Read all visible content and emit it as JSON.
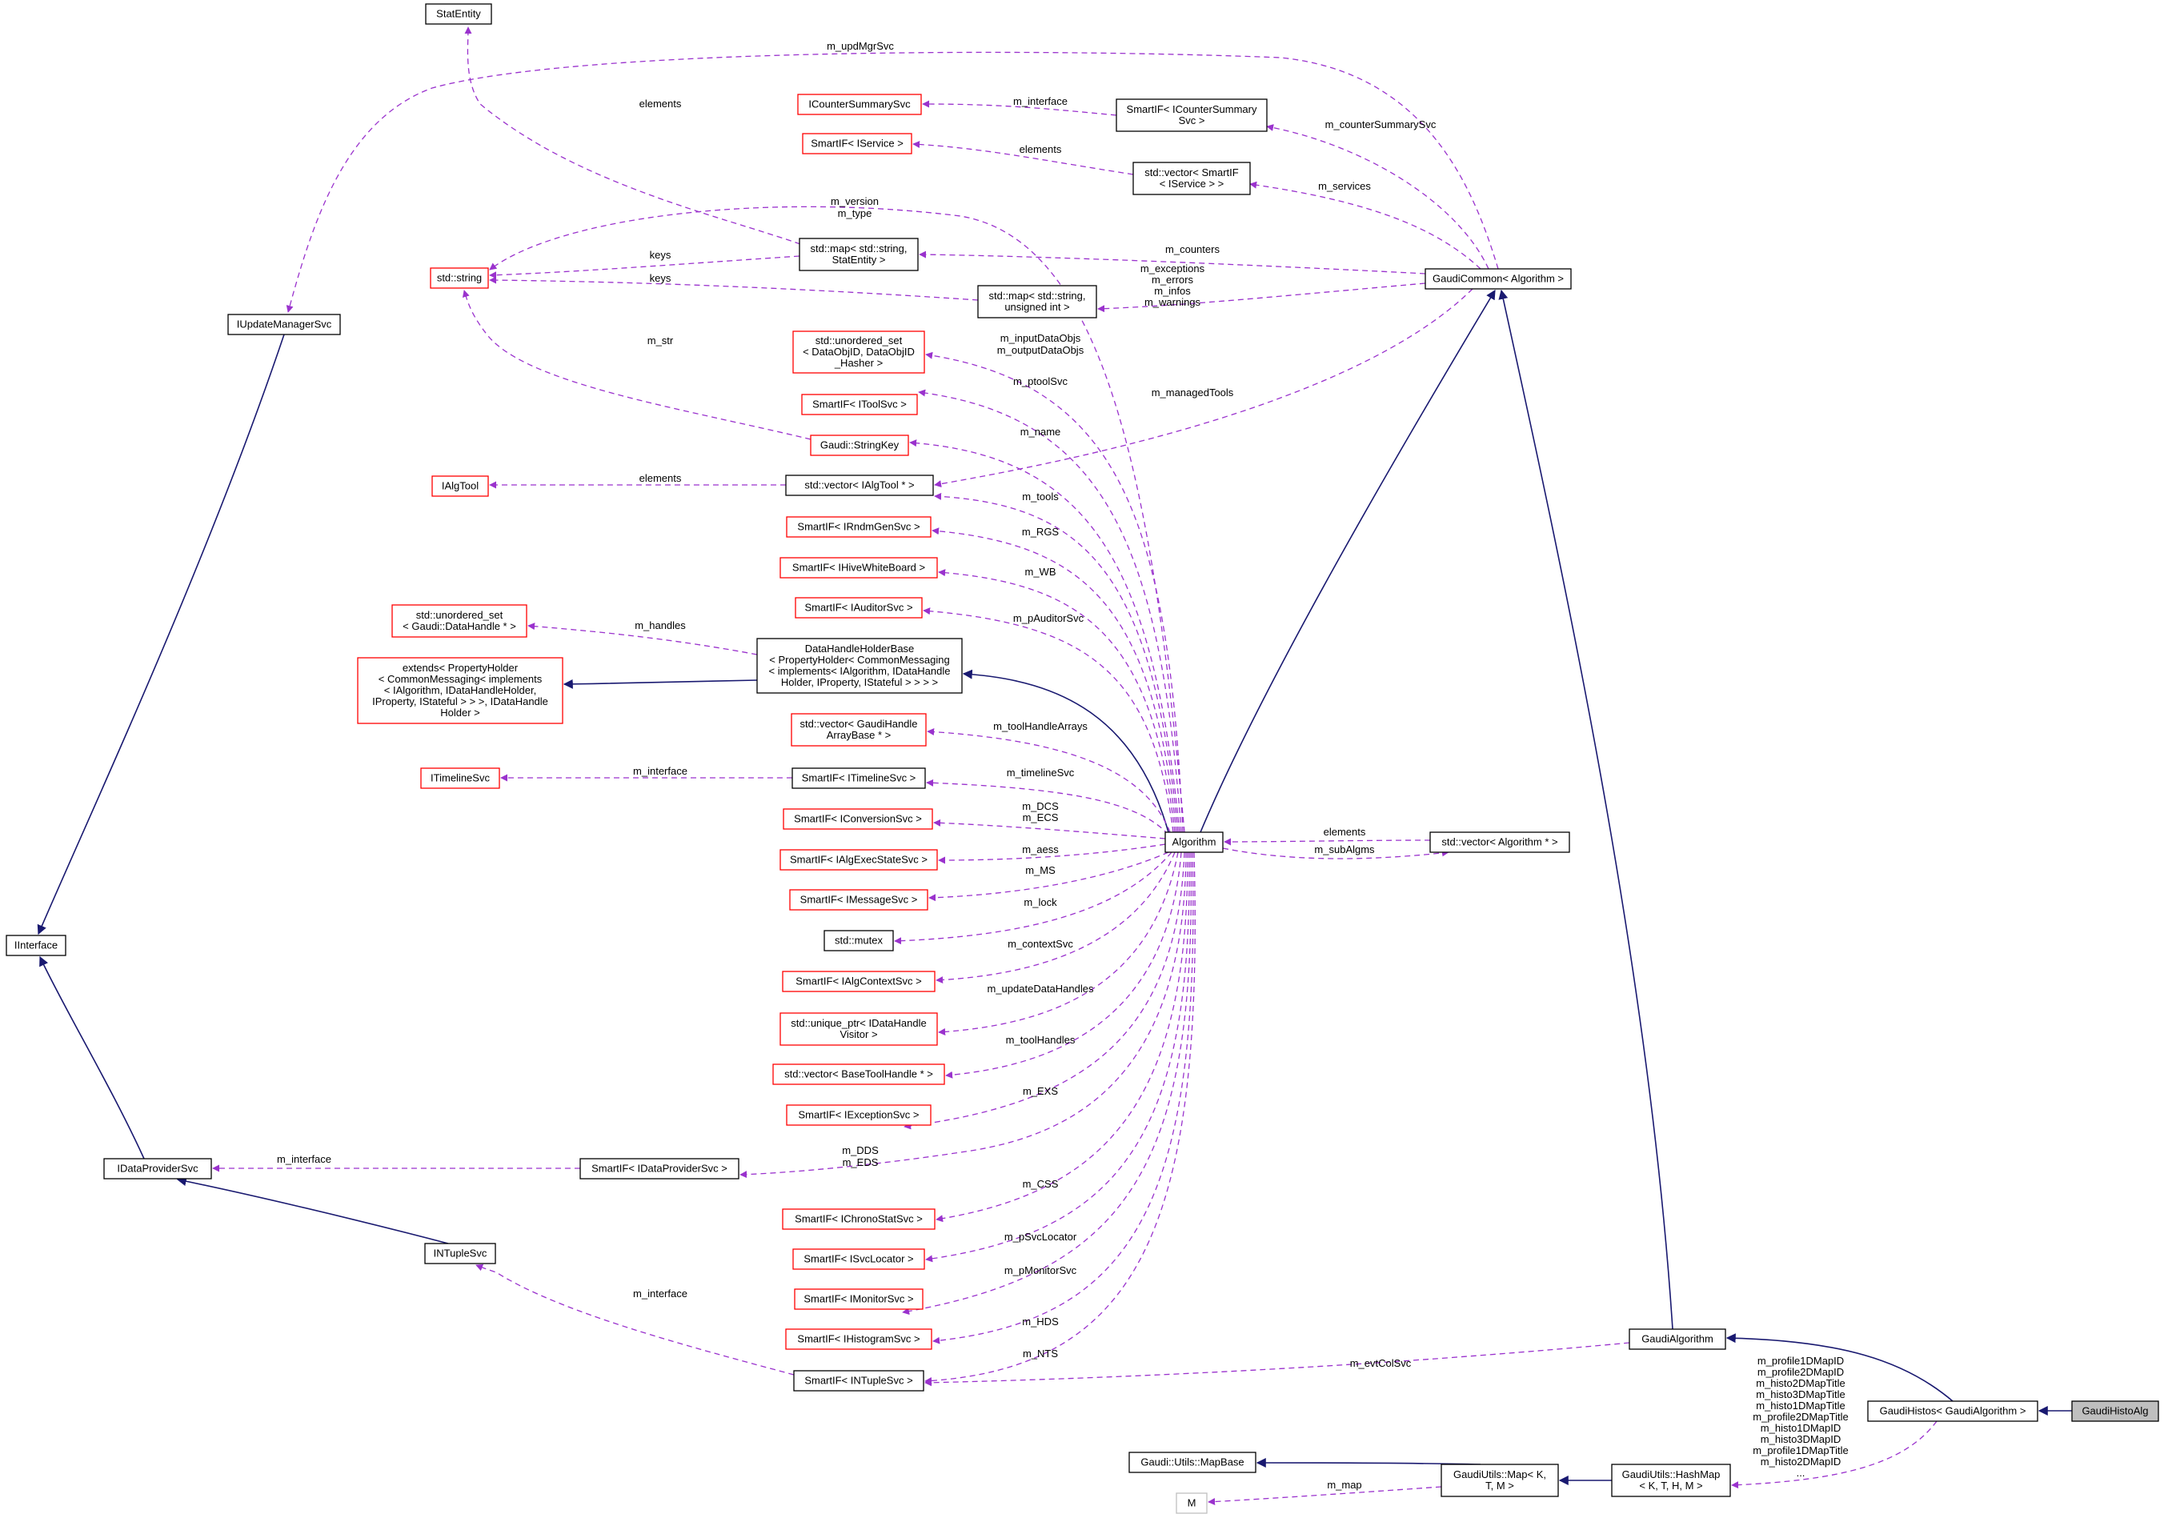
{
  "colors": {
    "background": "#ffffff",
    "node_border_default": "#000000",
    "node_border_external": "#ff0000",
    "node_border_plain": "#bfbfbf",
    "focus_fill": "#bfbfbf",
    "inheritance_edge": "#191970",
    "usage_edge": "#9a32cd"
  },
  "nodes": [
    {
      "id": "StatEntity",
      "lines": [
        "StatEntity"
      ],
      "style": "default"
    },
    {
      "id": "ICounterSummarySvc",
      "lines": [
        "ICounterSummarySvc"
      ],
      "style": "external"
    },
    {
      "id": "SmartIF_ICounterSummarySvc",
      "lines": [
        "SmartIF< ICounterSummary",
        "Svc >"
      ],
      "style": "default"
    },
    {
      "id": "SmartIF_IService",
      "lines": [
        "SmartIF< IService >"
      ],
      "style": "external"
    },
    {
      "id": "vector_SmartIF_IService",
      "lines": [
        "std::vector< SmartIF",
        "< IService > >"
      ],
      "style": "default"
    },
    {
      "id": "std_string",
      "lines": [
        "std::string"
      ],
      "style": "external"
    },
    {
      "id": "map_string_StatEntity",
      "lines": [
        "std::map< std::string,",
        "StatEntity >"
      ],
      "style": "default"
    },
    {
      "id": "map_string_unsigned",
      "lines": [
        "std::map< std::string,",
        "unsigned int >"
      ],
      "style": "default"
    },
    {
      "id": "GaudiCommon_Algorithm",
      "lines": [
        "GaudiCommon< Algorithm >"
      ],
      "style": "default"
    },
    {
      "id": "IUpdateManagerSvc",
      "lines": [
        "IUpdateManagerSvc"
      ],
      "style": "default"
    },
    {
      "id": "unordered_set_DataObjID",
      "lines": [
        "std::unordered_set",
        "< DataObjID, DataObjID",
        "_Hasher >"
      ],
      "style": "external"
    },
    {
      "id": "SmartIF_IToolSvc",
      "lines": [
        "SmartIF< IToolSvc >"
      ],
      "style": "external"
    },
    {
      "id": "Gaudi_StringKey",
      "lines": [
        "Gaudi::StringKey"
      ],
      "style": "external"
    },
    {
      "id": "IAlgTool",
      "lines": [
        "IAlgTool"
      ],
      "style": "external"
    },
    {
      "id": "vector_IAlgTool",
      "lines": [
        "std::vector< IAlgTool * >"
      ],
      "style": "default"
    },
    {
      "id": "SmartIF_IRndmGenSvc",
      "lines": [
        "SmartIF< IRndmGenSvc >"
      ],
      "style": "external"
    },
    {
      "id": "SmartIF_IHiveWhiteBoard",
      "lines": [
        "SmartIF< IHiveWhiteBoard >"
      ],
      "style": "external"
    },
    {
      "id": "SmartIF_IAuditorSvc",
      "lines": [
        "SmartIF< IAuditorSvc >"
      ],
      "style": "external"
    },
    {
      "id": "unordered_set_DataHandle",
      "lines": [
        "std::unordered_set",
        "< Gaudi::DataHandle * >"
      ],
      "style": "external"
    },
    {
      "id": "DataHandleHolderBase",
      "lines": [
        "DataHandleHolderBase",
        "< PropertyHolder< CommonMessaging",
        "< implements< IAlgorithm, IDataHandle",
        "Holder, IProperty, IStateful > > > >"
      ],
      "style": "default"
    },
    {
      "id": "extends_PropertyHolder",
      "lines": [
        "extends< PropertyHolder",
        "< CommonMessaging< implements",
        "< IAlgorithm, IDataHandleHolder,",
        "IProperty, IStateful > > >, IDataHandle",
        "Holder >"
      ],
      "style": "external"
    },
    {
      "id": "vector_GaudiHandleArrayBase",
      "lines": [
        "std::vector< GaudiHandle",
        "ArrayBase * >"
      ],
      "style": "external"
    },
    {
      "id": "ITimelineSvc",
      "lines": [
        "ITimelineSvc"
      ],
      "style": "external"
    },
    {
      "id": "SmartIF_ITimelineSvc",
      "lines": [
        "SmartIF< ITimelineSvc >"
      ],
      "style": "default"
    },
    {
      "id": "SmartIF_IConversionSvc",
      "lines": [
        "SmartIF< IConversionSvc >"
      ],
      "style": "external"
    },
    {
      "id": "Algorithm",
      "lines": [
        "Algorithm"
      ],
      "style": "default"
    },
    {
      "id": "vector_Algorithm",
      "lines": [
        "std::vector< Algorithm * >"
      ],
      "style": "default"
    },
    {
      "id": "SmartIF_IAlgExecStateSvc",
      "lines": [
        "SmartIF< IAlgExecStateSvc >"
      ],
      "style": "external"
    },
    {
      "id": "SmartIF_IMessageSvc",
      "lines": [
        "SmartIF< IMessageSvc >"
      ],
      "style": "external"
    },
    {
      "id": "IInterface",
      "lines": [
        "IInterface"
      ],
      "style": "default"
    },
    {
      "id": "std_mutex",
      "lines": [
        "std::mutex"
      ],
      "style": "default"
    },
    {
      "id": "SmartIF_IAlgContextSvc",
      "lines": [
        "SmartIF< IAlgContextSvc >"
      ],
      "style": "external"
    },
    {
      "id": "unique_ptr_IDataHandleVisitor",
      "lines": [
        "std::unique_ptr< IDataHandle",
        "Visitor >"
      ],
      "style": "external"
    },
    {
      "id": "vector_BaseToolHandle",
      "lines": [
        "std::vector< BaseToolHandle * >"
      ],
      "style": "external"
    },
    {
      "id": "SmartIF_IExceptionSvc",
      "lines": [
        "SmartIF< IExceptionSvc >"
      ],
      "style": "external"
    },
    {
      "id": "IDataProviderSvc",
      "lines": [
        "IDataProviderSvc"
      ],
      "style": "default"
    },
    {
      "id": "SmartIF_IDataProviderSvc",
      "lines": [
        "SmartIF< IDataProviderSvc >"
      ],
      "style": "default"
    },
    {
      "id": "SmartIF_IChronoStatSvc",
      "lines": [
        "SmartIF< IChronoStatSvc >"
      ],
      "style": "external"
    },
    {
      "id": "INTupleSvc",
      "lines": [
        "INTupleSvc"
      ],
      "style": "default"
    },
    {
      "id": "SmartIF_ISvcLocator",
      "lines": [
        "SmartIF< ISvcLocator >"
      ],
      "style": "external"
    },
    {
      "id": "SmartIF_IMonitorSvc",
      "lines": [
        "SmartIF< IMonitorSvc >"
      ],
      "style": "external"
    },
    {
      "id": "SmartIF_IHistogramSvc",
      "lines": [
        "SmartIF< IHistogramSvc >"
      ],
      "style": "external"
    },
    {
      "id": "GaudiAlgorithm",
      "lines": [
        "GaudiAlgorithm"
      ],
      "style": "default"
    },
    {
      "id": "SmartIF_INTupleSvc",
      "lines": [
        "SmartIF< INTupleSvc >"
      ],
      "style": "default"
    },
    {
      "id": "GaudiHistos_GaudiAlgorithm",
      "lines": [
        "GaudiHistos< GaudiAlgorithm >"
      ],
      "style": "default"
    },
    {
      "id": "GaudiHistoAlg",
      "lines": [
        "GaudiHistoAlg"
      ],
      "style": "focus"
    },
    {
      "id": "Gaudi_Utils_MapBase",
      "lines": [
        "Gaudi::Utils::MapBase"
      ],
      "style": "default"
    },
    {
      "id": "GaudiUtils_Map",
      "lines": [
        "GaudiUtils::Map< K,",
        "T, M >"
      ],
      "style": "default"
    },
    {
      "id": "GaudiUtils_HashMap",
      "lines": [
        "GaudiUtils::HashMap",
        "< K, T, H, M >"
      ],
      "style": "default"
    },
    {
      "id": "M",
      "lines": [
        "M"
      ],
      "style": "plain"
    }
  ],
  "edges": [
    {
      "id": "e1",
      "kind": "usage",
      "label": [
        "elements"
      ]
    },
    {
      "id": "e2",
      "kind": "usage",
      "label": [
        "m_updMgrSvc"
      ]
    },
    {
      "id": "e3",
      "kind": "usage",
      "label": [
        "m_interface"
      ]
    },
    {
      "id": "e4",
      "kind": "usage",
      "label": [
        "m_counterSummarySvc"
      ]
    },
    {
      "id": "e5",
      "kind": "usage",
      "label": [
        "elements"
      ]
    },
    {
      "id": "e6",
      "kind": "usage",
      "label": [
        "m_services"
      ]
    },
    {
      "id": "e7",
      "kind": "usage",
      "label": [
        "m_version",
        "m_type"
      ]
    },
    {
      "id": "e8",
      "kind": "usage",
      "label": [
        "keys"
      ]
    },
    {
      "id": "e9",
      "kind": "usage",
      "label": [
        "keys"
      ]
    },
    {
      "id": "e10",
      "kind": "usage",
      "label": [
        "m_counters"
      ]
    },
    {
      "id": "e11",
      "kind": "usage",
      "label": [
        "m_exceptions",
        "m_errors",
        "m_infos",
        "m_warnings"
      ]
    },
    {
      "id": "e12",
      "kind": "usage",
      "label": [
        "m_str"
      ]
    },
    {
      "id": "e13",
      "kind": "usage",
      "label": [
        "m_inputDataObjs",
        "m_outputDataObjs"
      ]
    },
    {
      "id": "e14",
      "kind": "usage",
      "label": [
        "m_ptoolSvc"
      ]
    },
    {
      "id": "e15",
      "kind": "usage",
      "label": [
        "m_managedTools"
      ]
    },
    {
      "id": "e16",
      "kind": "usage",
      "label": [
        "m_name"
      ]
    },
    {
      "id": "e17",
      "kind": "usage",
      "label": [
        "elements"
      ]
    },
    {
      "id": "e18",
      "kind": "usage",
      "label": [
        "m_tools"
      ]
    },
    {
      "id": "e19",
      "kind": "usage",
      "label": [
        "m_RGS"
      ]
    },
    {
      "id": "e20",
      "kind": "usage",
      "label": [
        "m_WB"
      ]
    },
    {
      "id": "e21",
      "kind": "usage",
      "label": [
        "m_pAuditorSvc"
      ]
    },
    {
      "id": "e22",
      "kind": "usage",
      "label": [
        "m_handles"
      ]
    },
    {
      "id": "e23",
      "kind": "inherit",
      "label": []
    },
    {
      "id": "e24",
      "kind": "inherit",
      "label": []
    },
    {
      "id": "e25",
      "kind": "usage",
      "label": [
        "m_toolHandleArrays"
      ]
    },
    {
      "id": "e26",
      "kind": "usage",
      "label": [
        "m_interface"
      ]
    },
    {
      "id": "e27",
      "kind": "usage",
      "label": [
        "m_timelineSvc"
      ]
    },
    {
      "id": "e28",
      "kind": "usage",
      "label": [
        "m_DCS",
        "m_ECS"
      ]
    },
    {
      "id": "e29",
      "kind": "usage",
      "label": [
        "elements"
      ]
    },
    {
      "id": "e30",
      "kind": "usage",
      "label": [
        "m_subAlgms"
      ]
    },
    {
      "id": "e31",
      "kind": "usage",
      "label": [
        "m_aess"
      ]
    },
    {
      "id": "e32",
      "kind": "usage",
      "label": [
        "m_MS"
      ]
    },
    {
      "id": "e33",
      "kind": "usage",
      "label": [
        "m_lock"
      ]
    },
    {
      "id": "e34",
      "kind": "usage",
      "label": [
        "m_contextSvc"
      ]
    },
    {
      "id": "e35",
      "kind": "usage",
      "label": [
        "m_updateDataHandles"
      ]
    },
    {
      "id": "e36",
      "kind": "usage",
      "label": [
        "m_toolHandles"
      ]
    },
    {
      "id": "e37",
      "kind": "usage",
      "label": [
        "m_EXS"
      ]
    },
    {
      "id": "e38",
      "kind": "usage",
      "label": [
        "m_interface"
      ]
    },
    {
      "id": "e39",
      "kind": "usage",
      "label": [
        "m_DDS",
        "m_EDS"
      ]
    },
    {
      "id": "e40",
      "kind": "usage",
      "label": [
        "m_CSS"
      ]
    },
    {
      "id": "e41",
      "kind": "usage",
      "label": [
        "m_pSvcLocator"
      ]
    },
    {
      "id": "e42",
      "kind": "usage",
      "label": [
        "m_pMonitorSvc"
      ]
    },
    {
      "id": "e43",
      "kind": "usage",
      "label": [
        "m_HDS"
      ]
    },
    {
      "id": "e44",
      "kind": "usage",
      "label": [
        "m_NTS"
      ]
    },
    {
      "id": "e45",
      "kind": "usage",
      "label": [
        "m_interface"
      ]
    },
    {
      "id": "e46",
      "kind": "usage",
      "label": [
        "m_evtColSvc"
      ]
    },
    {
      "id": "e47",
      "kind": "usage",
      "label": [
        "m_map"
      ]
    },
    {
      "id": "e48",
      "kind": "usage",
      "label": [
        "m_profile1DMapID",
        "m_profile2DMapID",
        "m_histo2DMapTitle",
        "m_histo3DMapTitle",
        "m_histo1DMapTitle",
        "m_profile2DMapTitle",
        "m_histo1DMapID",
        "m_histo3DMapID",
        "m_profile1DMapTitle",
        "m_histo2DMapID",
        "..."
      ]
    },
    {
      "id": "e49",
      "kind": "inherit",
      "label": []
    },
    {
      "id": "e50",
      "kind": "inherit",
      "label": []
    },
    {
      "id": "e51",
      "kind": "inherit",
      "label": []
    },
    {
      "id": "e52",
      "kind": "inherit",
      "label": []
    },
    {
      "id": "e53",
      "kind": "inherit",
      "label": []
    },
    {
      "id": "e54",
      "kind": "inherit",
      "label": []
    },
    {
      "id": "e55",
      "kind": "inherit",
      "label": []
    },
    {
      "id": "e56",
      "kind": "inherit",
      "label": []
    },
    {
      "id": "e57",
      "kind": "inherit",
      "label": []
    }
  ]
}
